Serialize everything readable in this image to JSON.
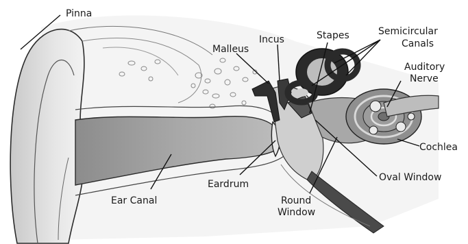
{
  "labels": {
    "pinna": "Pinna",
    "malleus": "Malleus",
    "incus": "Incus",
    "stapes": "Stapes",
    "semicircular_line1": "Semicircular",
    "semicircular_line2": "Canals",
    "auditory_line1": "Auditory",
    "auditory_line2": "Nerve",
    "cochlea": "Cochlea",
    "oval_window": "Oval Window",
    "eardrum": "Eardrum",
    "round_line1": "Round",
    "round_line2": "Window",
    "ear_canal": "Ear Canal"
  },
  "colors": {
    "outline": "#2b2b2b",
    "skin": "#d9d9d9",
    "canal": "#9e9e9e",
    "bone": "#bdbdbd",
    "dark": "#2e2e2e",
    "cochlea": "#8f8f8f"
  }
}
